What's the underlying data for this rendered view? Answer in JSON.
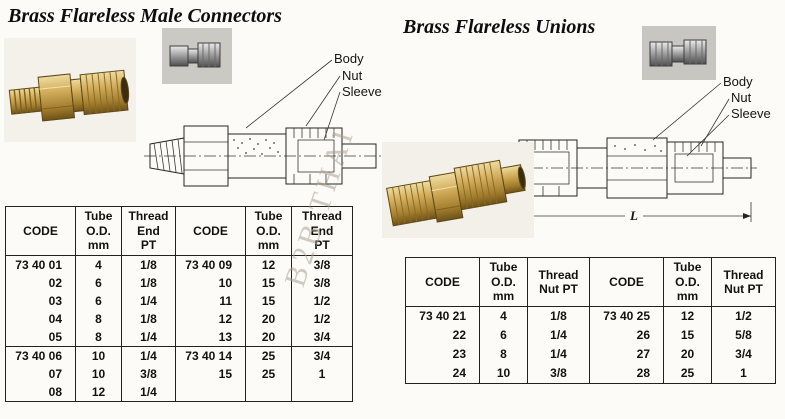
{
  "watermark": "B2B THAI",
  "sections": {
    "male_connectors": {
      "title": "Brass Flareless Male Connectors",
      "part_labels": {
        "body": "Body",
        "nut": "Nut",
        "sleeve": "Sleeve"
      },
      "table": {
        "headers": [
          "CODE",
          "Tube\nO.D.\nmm",
          "Thread\nEnd\nPT",
          "CODE",
          "Tube\nO.D.\nmm",
          "Thread\nEnd\nPT"
        ],
        "rows": [
          [
            "73 40 01",
            "4",
            "1/8",
            "73 40 09",
            "12",
            "3/8"
          ],
          [
            "02",
            "6",
            "1/8",
            "10",
            "15",
            "3/8"
          ],
          [
            "03",
            "6",
            "1/4",
            "11",
            "15",
            "1/2"
          ],
          [
            "04",
            "8",
            "1/8",
            "12",
            "20",
            "1/2"
          ],
          [
            "05",
            "8",
            "1/4",
            "13",
            "20",
            "3/4"
          ],
          [
            "73 40 06",
            "10",
            "1/4",
            "73 40 14",
            "25",
            "3/4"
          ],
          [
            "07",
            "10",
            "3/8",
            "15",
            "25",
            "1"
          ],
          [
            "08",
            "12",
            "1/4",
            "",
            "",
            ""
          ]
        ],
        "group_break_after": 5
      }
    },
    "unions": {
      "title": "Brass Flareless Unions",
      "part_labels": {
        "body": "Body",
        "nut": "Nut",
        "sleeve": "Sleeve"
      },
      "dimension_label": "L",
      "table": {
        "headers": [
          "CODE",
          "Tube\nO.D.\nmm",
          "Thread\nNut PT",
          "CODE",
          "Tube\nO.D.\nmm",
          "Thread\nNut PT"
        ],
        "rows": [
          [
            "73 40 21",
            "4",
            "1/8",
            "73 40 25",
            "12",
            "1/2"
          ],
          [
            "22",
            "6",
            "1/4",
            "26",
            "15",
            "5/8"
          ],
          [
            "23",
            "8",
            "1/4",
            "27",
            "20",
            "3/4"
          ],
          [
            "24",
            "10",
            "3/8",
            "28",
            "25",
            "1"
          ]
        ]
      }
    }
  }
}
